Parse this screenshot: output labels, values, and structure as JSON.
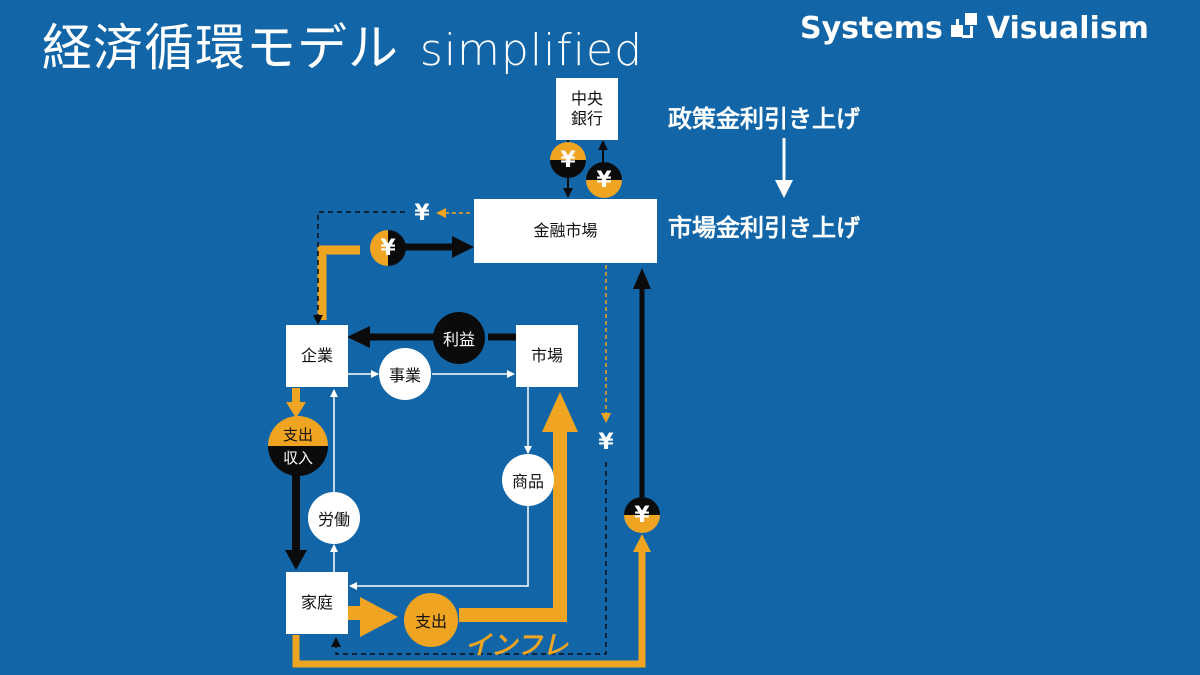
{
  "header": {
    "title": "経済循環モデル",
    "title_suffix": "simplified",
    "brand_left": "Systems",
    "brand_right": "Visualism"
  },
  "nodes": {
    "central_bank": "中央\n銀行",
    "financial_market": "金融市場",
    "company": "企業",
    "market": "市場",
    "household": "家庭",
    "business": "事業",
    "goods": "商品",
    "labor": "労働",
    "profit": "利益",
    "spend_income_top": "支出",
    "spend_income_bottom": "収入",
    "household_spend": "支出",
    "inflation": "インフレ"
  },
  "policy": {
    "policy_rate_up": "政策金利引き上げ",
    "market_rate_up": "市場金利引き上げ"
  },
  "symbols": {
    "yen": "¥"
  },
  "colors": {
    "background": "#1266a8",
    "accent_orange": "#f0a522",
    "flow_black": "#0b0b0b",
    "node_white": "#ffffff"
  }
}
